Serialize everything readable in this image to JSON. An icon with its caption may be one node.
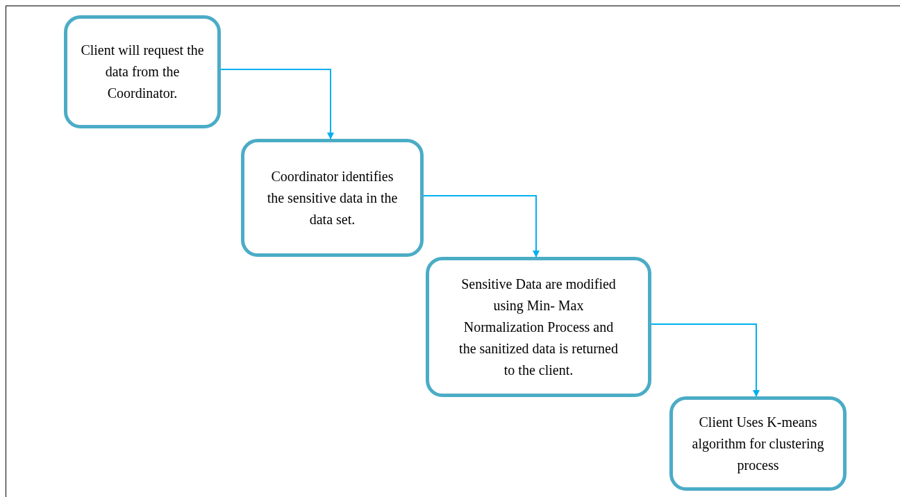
{
  "diagram": {
    "nodes": [
      {
        "text": [
          "Client will request the data from the Coordinator."
        ]
      },
      {
        "text": [
          "Coordinator identifies the sensitive data in the data set."
        ]
      },
      {
        "text": [
          "Sensitive Data are modified using Min- Max Normalization Process and the sanitized data is returned to the client."
        ]
      },
      {
        "text": [
          "Client Uses K-means algorithm for clustering process"
        ]
      }
    ],
    "edges": [
      {
        "from": 0,
        "to": 1,
        "arrow": "to"
      },
      {
        "from": 1,
        "to": 2,
        "arrow": "to"
      },
      {
        "from": 2,
        "to": 3,
        "arrow": "to"
      }
    ]
  }
}
